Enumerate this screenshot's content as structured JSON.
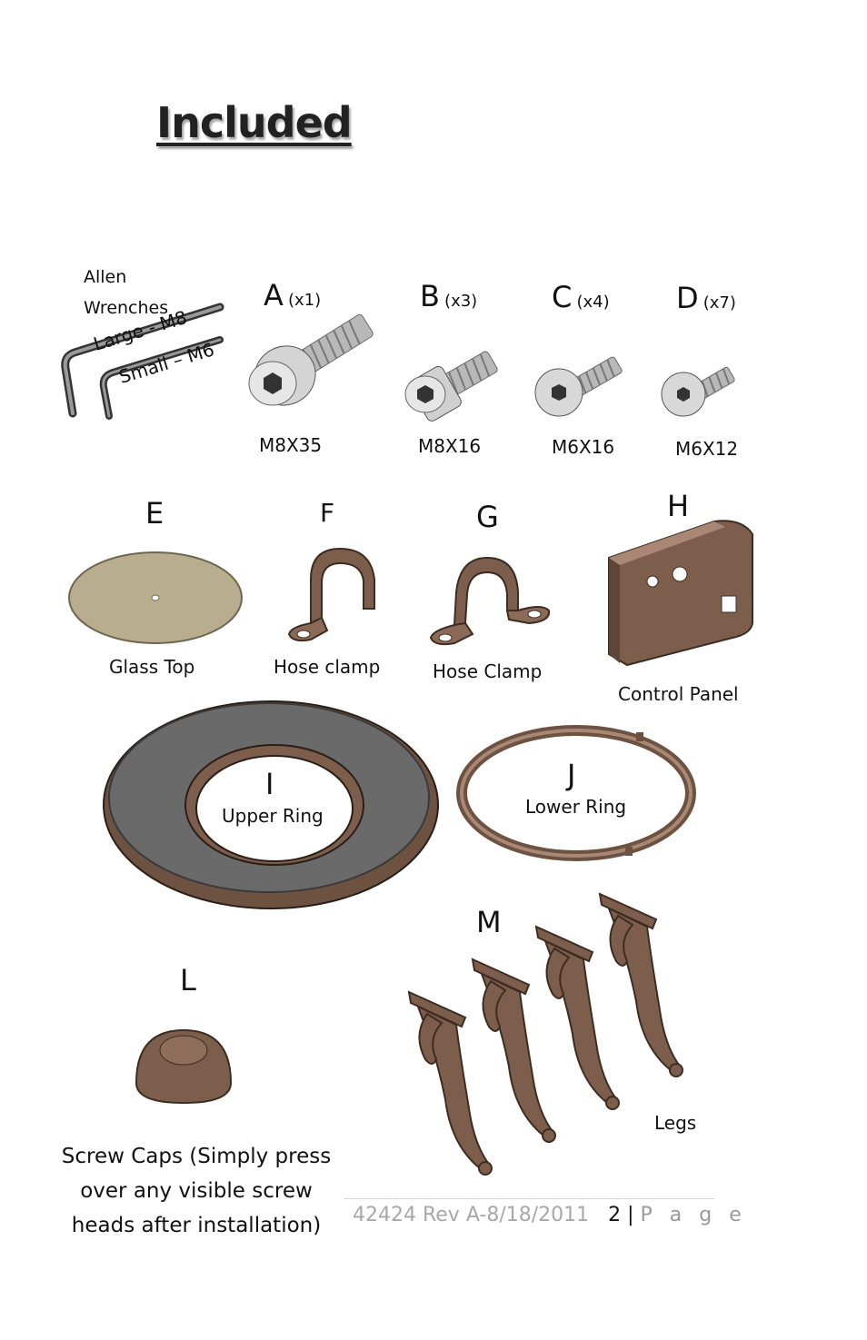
{
  "heading": "Included",
  "allen": {
    "line1": "Allen",
    "line2": "Wrenches",
    "large": "Large - M8",
    "small": "Small – M6"
  },
  "screws": [
    {
      "letter": "A",
      "qty": "(x1)",
      "size": "M8X35"
    },
    {
      "letter": "B",
      "qty": "(x3)",
      "size": "M8X16"
    },
    {
      "letter": "C",
      "qty": "(x4)",
      "size": "M6X16"
    },
    {
      "letter": "D",
      "qty": "(x7)",
      "size": "M6X12"
    }
  ],
  "parts": {
    "E": {
      "letter": "E",
      "name": "Glass Top"
    },
    "F": {
      "letter": "F",
      "name": "Hose clamp"
    },
    "G": {
      "letter": "G",
      "name": "Hose Clamp"
    },
    "H": {
      "letter": "H",
      "name": "Control Panel"
    },
    "I": {
      "letter": "I",
      "name": "Upper Ring"
    },
    "J": {
      "letter": "J",
      "name": "Lower Ring"
    },
    "L": {
      "letter": "L",
      "caption": [
        "Screw Caps (Simply press",
        "over any visible screw",
        "heads after installation)"
      ]
    },
    "M": {
      "letter": "M",
      "name": "Legs"
    }
  },
  "footer": {
    "revision": "42424 Rev A-8/18/2011",
    "page_number": "2",
    "separator": "|",
    "page_word": "P a g e"
  },
  "colors": {
    "bronze": "#7d5e4c",
    "bronze_light": "#a88775",
    "glass": "#b9ad8f",
    "ring_gray": "#6a6a6a",
    "steel": "#c8c8c8"
  }
}
